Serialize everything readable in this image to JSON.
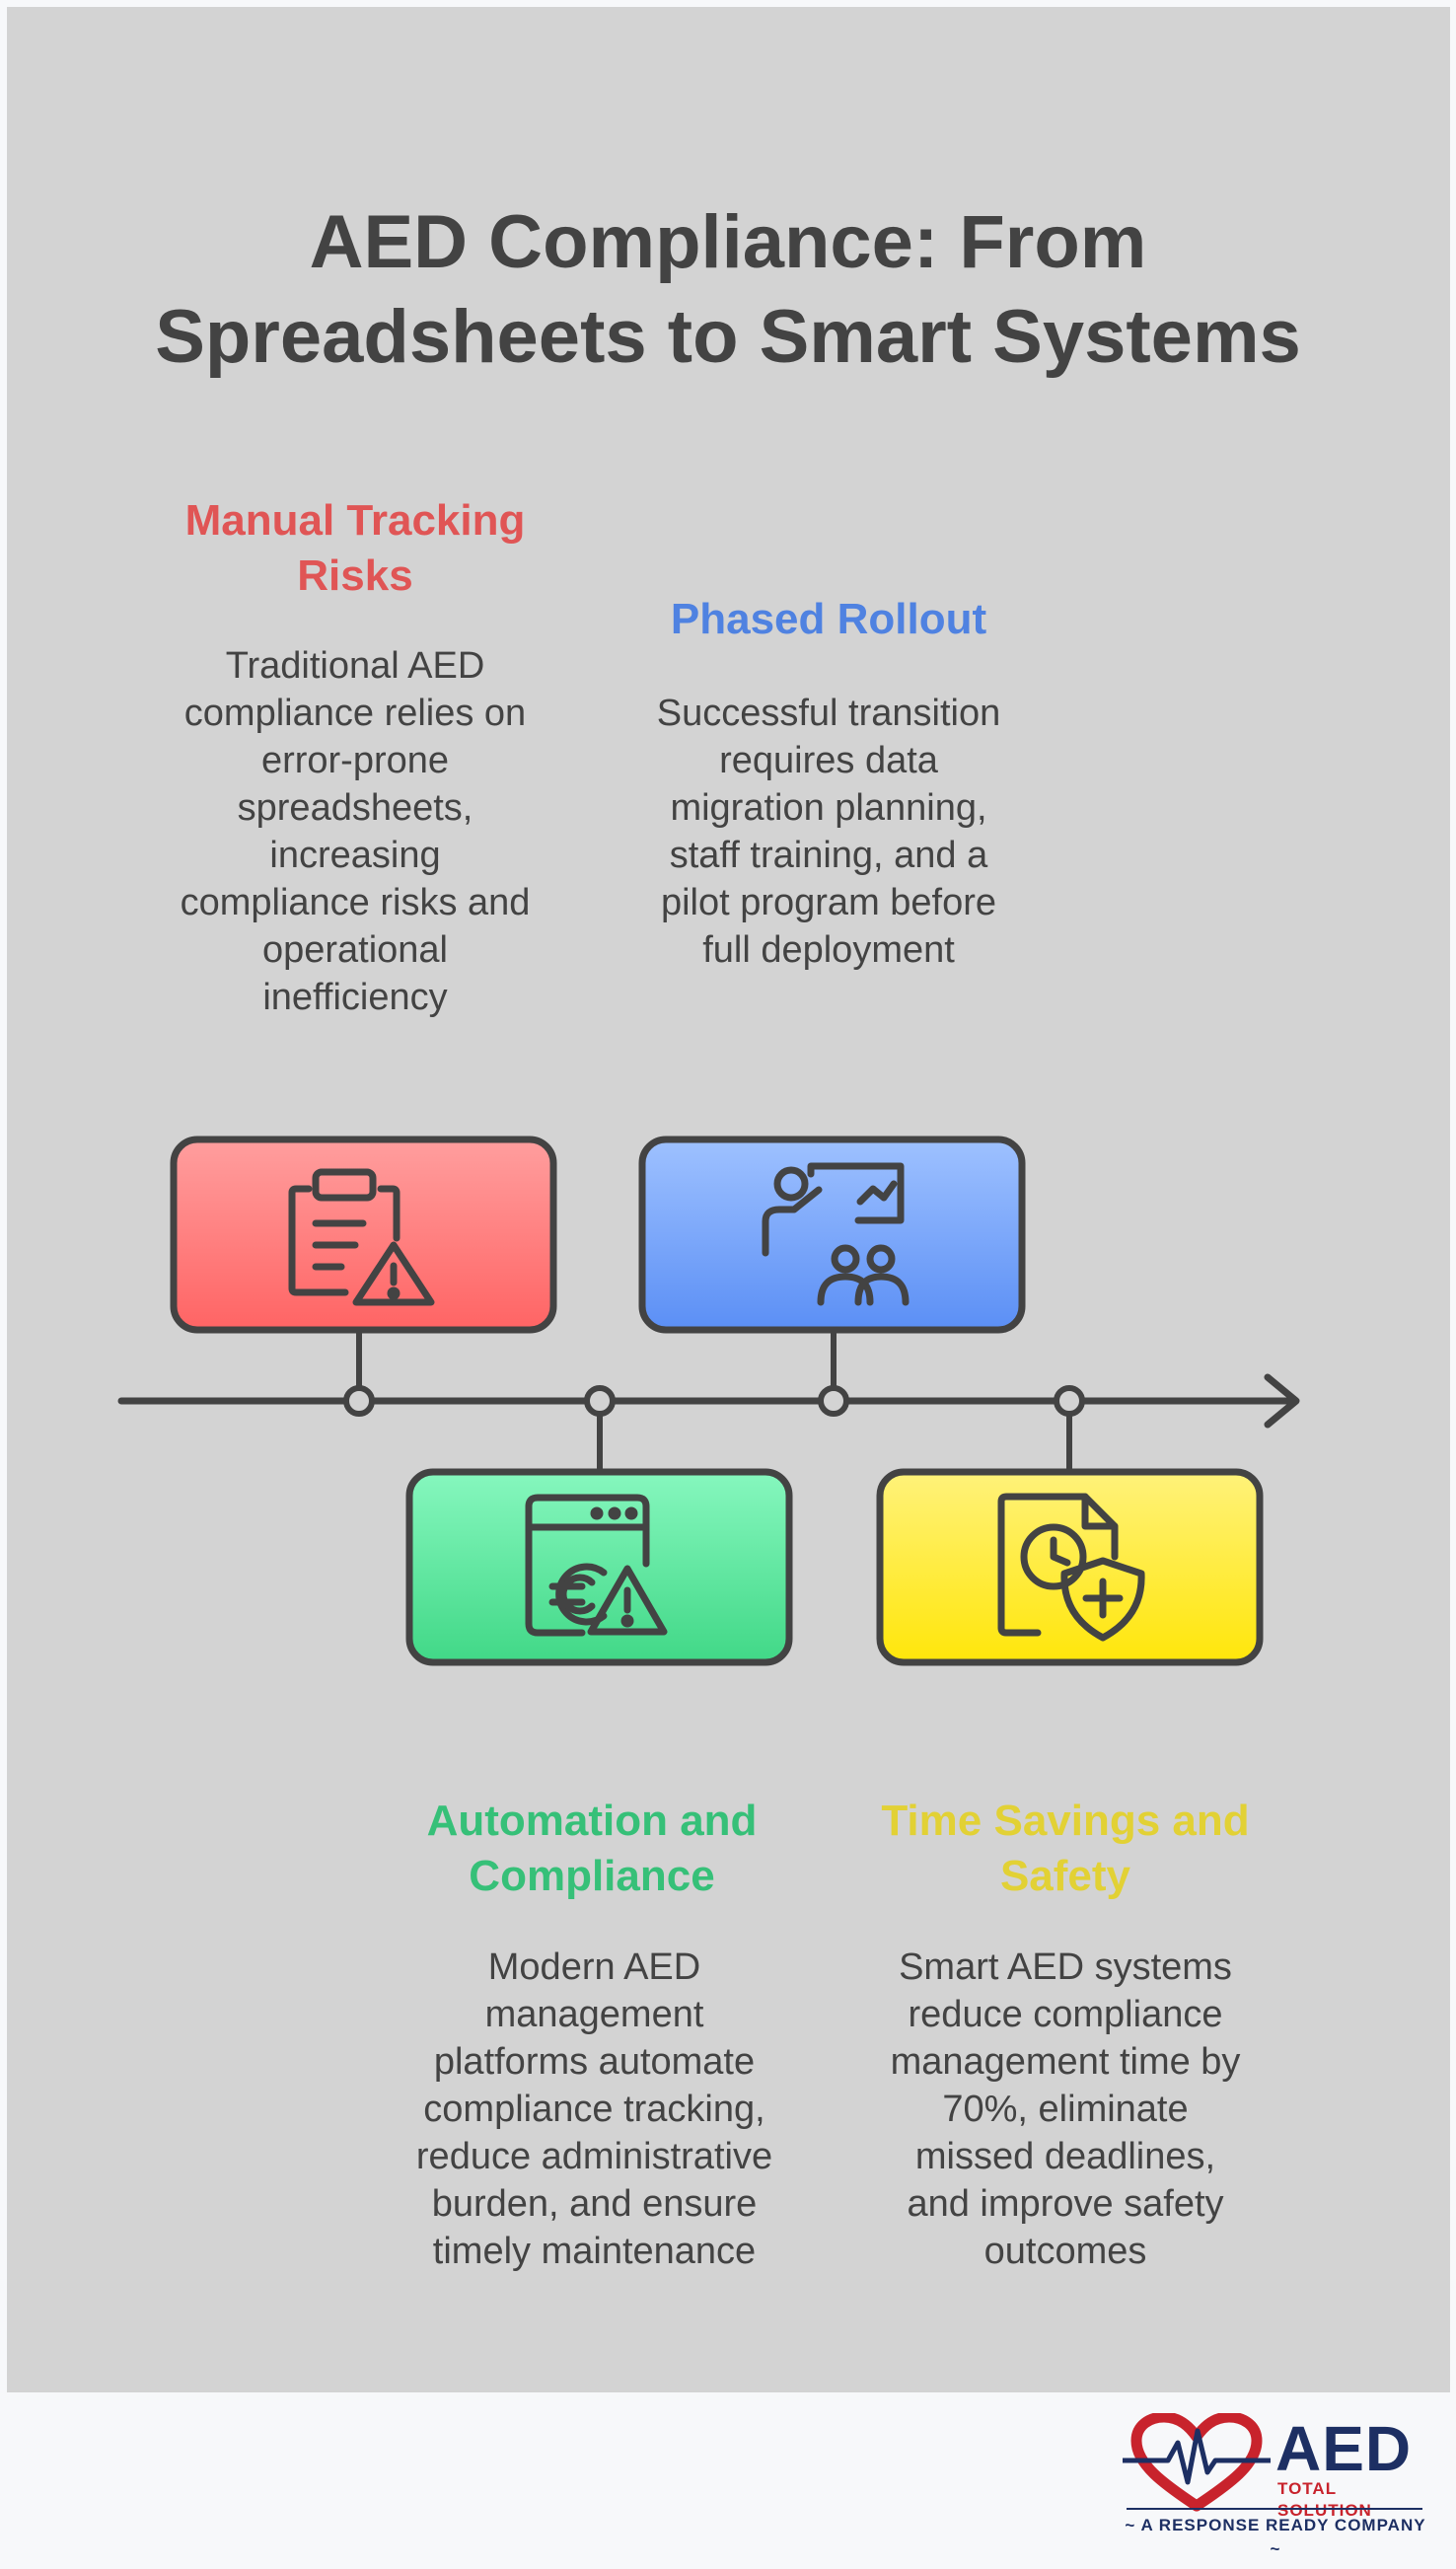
{
  "title": "AED Compliance: From Spreadsheets to Smart Systems",
  "stages": [
    {
      "title": "Manual Tracking Risks",
      "body": "Traditional AED compliance relies on error-prone spreadsheets, increasing compliance risks and operational inefficiency",
      "icon": "clipboard-warning-icon",
      "color": "#e05555"
    },
    {
      "title": "Automation and Compliance",
      "body": "Modern AED management platforms automate compliance tracking, reduce administrative burden, and ensure timely maintenance",
      "icon": "browser-euro-warning-icon",
      "color": "#36c078"
    },
    {
      "title": "Phased Rollout",
      "body": "Successful transition requires data migration planning, staff training, and a pilot program before full deployment",
      "icon": "presenter-audience-icon",
      "color": "#4f82e1"
    },
    {
      "title": "Time Savings and Safety",
      "body": "Smart AED systems reduce compliance management time by 70%, eliminate missed deadlines, and improve safety outcomes",
      "icon": "document-clock-shield-icon",
      "color": "#e2d135"
    }
  ],
  "logo": {
    "word": "AED",
    "sub": "TOTAL SOLUTION",
    "tagline": "~ A RESPONSE READY COMPANY ~"
  }
}
